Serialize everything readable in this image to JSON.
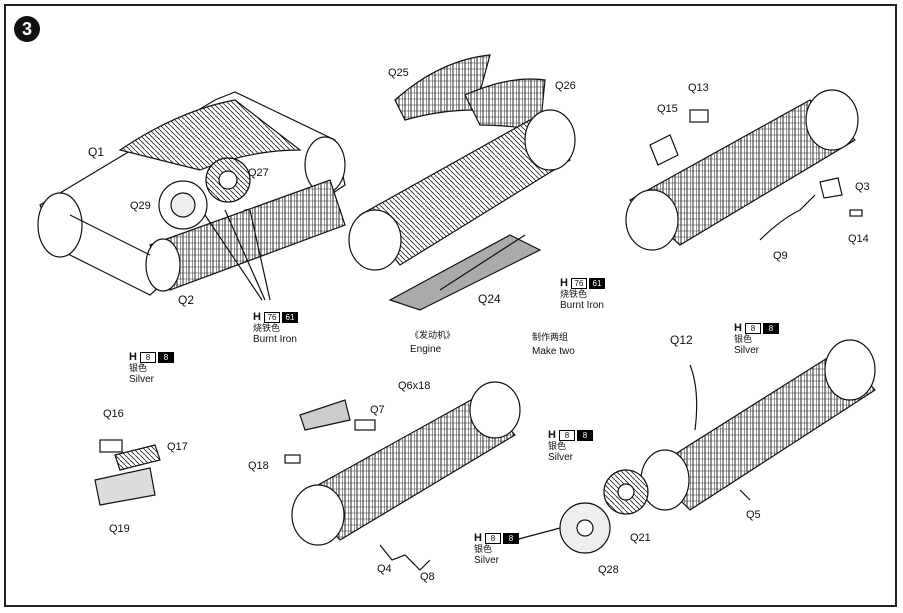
{
  "step_number": "3",
  "parts": {
    "q1": "Q1",
    "q2": "Q2",
    "q27": "Q27",
    "q29": "Q29",
    "q25": "Q25",
    "q26": "Q26",
    "q24": "Q24",
    "q13": "Q13",
    "q15": "Q15",
    "q3": "Q3",
    "q14": "Q14",
    "q9": "Q9",
    "q16": "Q16",
    "q17": "Q17",
    "q19": "Q19",
    "q6x18": "Q6x18",
    "q7": "Q7",
    "q18": "Q18",
    "q4": "Q4",
    "q8": "Q8",
    "q12": "Q12",
    "q5": "Q5",
    "q21": "Q21",
    "q28": "Q28"
  },
  "paint_burnt_iron": {
    "letter": "H",
    "white_code": "76",
    "black_code": "61",
    "chinese": "烧铁色",
    "english": "Burnt Iron"
  },
  "paint_silver": {
    "letter": "H",
    "white_code": "8",
    "black_code": "8",
    "chinese": "银色",
    "english": "Silver"
  },
  "captions": {
    "engine_cn": "《发动机》",
    "engine_en": "Engine",
    "make_two_cn": "制作两组",
    "make_two_en": "Make two"
  }
}
